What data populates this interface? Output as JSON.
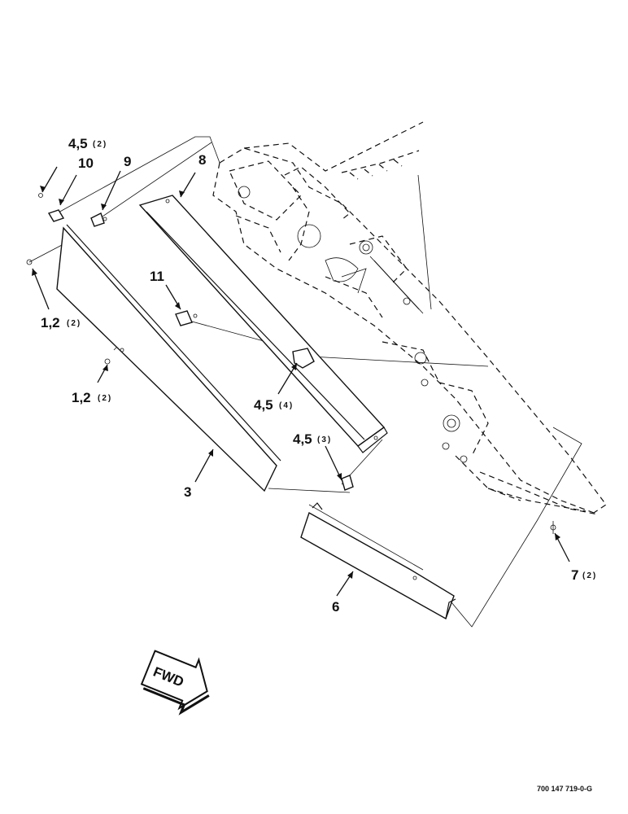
{
  "callouts": {
    "c_45_top": "4,5",
    "c_45_top_qty": "(2)",
    "c_10": "10",
    "c_9": "9",
    "c_8": "8",
    "c_11": "11",
    "c_12_left": "1,2",
    "c_12_left_qty": "(2)",
    "c_12_mid": "1,2",
    "c_12_mid_qty": "(2)",
    "c_45_mid": "4,5",
    "c_45_mid_qty": "(4)",
    "c_45_low": "4,5",
    "c_45_low_qty": "(3)",
    "c_3": "3",
    "c_6": "6",
    "c_7": "7",
    "c_7_qty": "(2)"
  },
  "direction_arrow": {
    "label": "FWD"
  },
  "figure_number": "700 147 719-0-G"
}
